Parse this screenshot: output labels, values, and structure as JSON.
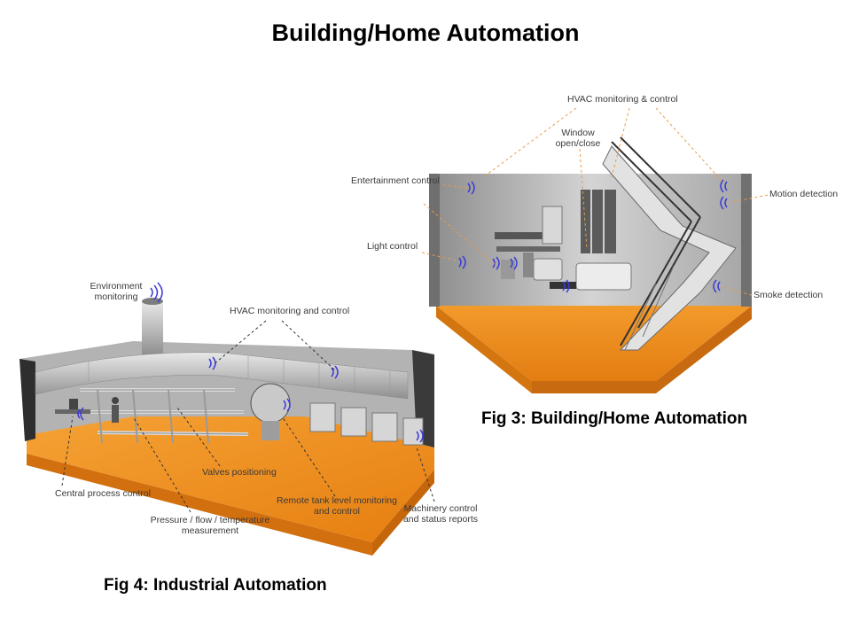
{
  "slide": {
    "title": "Building/Home Automation"
  },
  "fig3": {
    "caption": "Fig 3: Building/Home Automation",
    "labels": {
      "hvac": "HVAC monitoring & control",
      "window_1": "Window",
      "window_2": "open/close",
      "entertainment": "Entertainment control",
      "motion": "Motion detection",
      "light": "Light control",
      "smoke": "Smoke detection"
    }
  },
  "fig4": {
    "caption": "Fig 4: Industrial Automation",
    "labels": {
      "environment_1": "Environment",
      "environment_2": "monitoring",
      "hvac": "HVAC monitoring and control",
      "valves": "Valves positioning",
      "central": "Central process control",
      "pressure_1": "Pressure / flow / temperature",
      "pressure_2": "measurement",
      "tank_1": "Remote tank level monitoring",
      "tank_2": "and control",
      "machinery_1": "Machinery control",
      "machinery_2": "and status reports"
    }
  },
  "colors": {
    "floor": "#f08a1c",
    "wall": "#b9b9b9",
    "leader": "#555555",
    "wireless": "#3b3bd6"
  }
}
